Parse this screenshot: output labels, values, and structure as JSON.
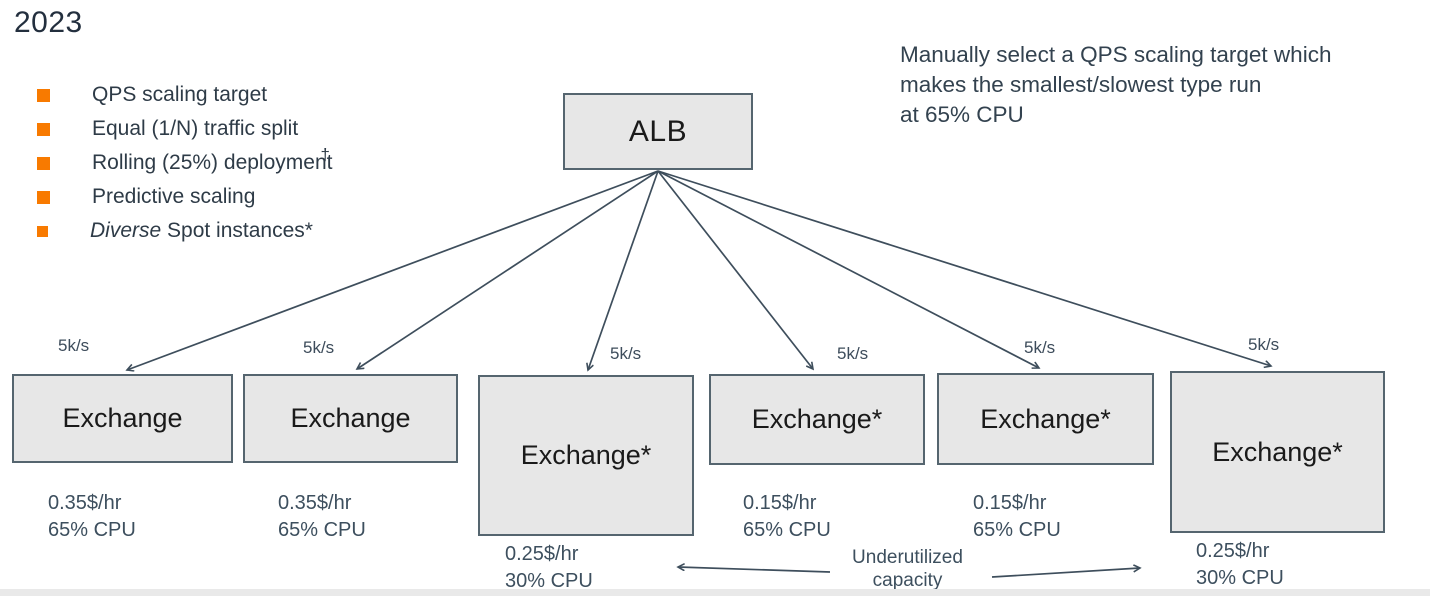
{
  "title": "2023",
  "bullets": {
    "items": [
      {
        "label": "QPS scaling target"
      },
      {
        "label": "Equal (1/N) traffic split"
      },
      {
        "label": "Rolling (25%) deployment",
        "dagger": "†"
      },
      {
        "label": "Predictive scaling"
      },
      {
        "italic": "Diverse",
        "label": " Spot instances*"
      }
    ]
  },
  "note": {
    "line1": "Manually select a QPS scaling target which",
    "line2": "makes the smallest/slowest type run",
    "line3": "at 65% CPU"
  },
  "alb": {
    "label": "ALB"
  },
  "nodes": [
    {
      "label": "Exchange",
      "rate": "5k/s",
      "price": "0.35$/hr",
      "cpu": "65% CPU"
    },
    {
      "label": "Exchange",
      "rate": "5k/s",
      "price": "0.35$/hr",
      "cpu": "65% CPU"
    },
    {
      "label": "Exchange*",
      "rate": "5k/s",
      "price": "0.25$/hr",
      "cpu": "30% CPU"
    },
    {
      "label": "Exchange*",
      "rate": "5k/s",
      "price": "0.15$/hr",
      "cpu": "65% CPU"
    },
    {
      "label": "Exchange*",
      "rate": "5k/s",
      "price": "0.15$/hr",
      "cpu": "65% CPU"
    },
    {
      "label": "Exchange*",
      "rate": "5k/s",
      "price": "0.25$/hr",
      "cpu": "30% CPU"
    }
  ],
  "underutilized": {
    "line1": "Underutilized",
    "line2": "capacity"
  },
  "colors": {
    "accent_orange": "#F87A00",
    "ink": "#2E3B47",
    "slate_label": "#3D4F5E",
    "arrow": "#3E4E5C",
    "box_fill": "#E7E7E7",
    "box_border": "#55656F"
  }
}
